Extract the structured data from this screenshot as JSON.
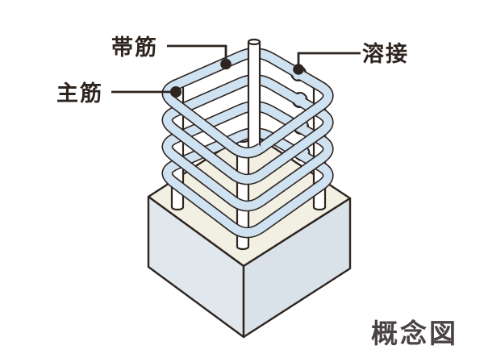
{
  "figure": {
    "type": "isometric-concept-diagram",
    "caption": "概念図",
    "labels": {
      "hoop": "帯筋",
      "main_bar": "主筋",
      "weld": "溶接"
    },
    "parts": {
      "hoop_count": 4,
      "main_bar_count": 4,
      "weld_bump_count": 4,
      "base": "concrete footing block"
    }
  },
  "colors": {
    "ink": "#2e2420",
    "hoop_band": "#cfe2f1",
    "rebar_fill": "#ffffff",
    "base_top": "#f2efe3",
    "base_left_face": "#e0e8ee",
    "base_right_face": "#d9e2e9",
    "caption_text": "#4a4343",
    "background": "#ffffff"
  }
}
